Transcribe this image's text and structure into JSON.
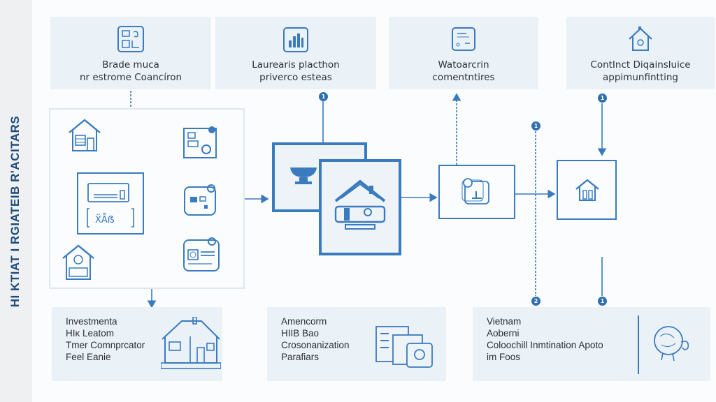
{
  "side_title": "HI KTIAT I RGIATEIB R'ACITARS",
  "colors": {
    "primary": "#3a7bbf",
    "card_bg": "#eaf1f7",
    "badge": "#2f6fb0",
    "title_text": "#1f4a7a",
    "strip_bg": "#eef0f2"
  },
  "top_cards": [
    {
      "icon": "dashboard-grid-icon",
      "line1": "Brade muca",
      "line2": "nr estrome Coancíron"
    },
    {
      "icon": "bar-chart-icon",
      "line1": "Laurearis placthon",
      "line2": "priverco esteas"
    },
    {
      "icon": "document-list-icon",
      "line1": "Watoarcrin",
      "line2": "comentntires"
    },
    {
      "icon": "house-icon",
      "line1": "ContInct Diqainsluice",
      "line2": "appimunfintting"
    }
  ],
  "left_panel": {
    "icons": [
      "house-icon",
      "blueprint-icon",
      "id-card-icon",
      "gadget-card-icon",
      "profile-card-icon",
      "house-icon"
    ]
  },
  "center": {
    "back_icon": "bowl-icon",
    "front_icon": "living-house-icon"
  },
  "right_nodes": [
    {
      "icon": "info-badge-icon"
    },
    {
      "icon": "house-icon"
    }
  ],
  "badges": [
    "1",
    "1",
    "1",
    "2",
    "1"
  ],
  "bottom_cards": [
    {
      "lines": [
        "Investmenta",
        "HIĸ Leatom",
        "Tmer Comnprcator",
        "Feel Eanie"
      ],
      "icon": "house-icon"
    },
    {
      "lines": [
        "Amencorm",
        "HIIB Bao",
        "Crosonanization",
        "Parafiars"
      ],
      "icon": "documents-icon"
    },
    {
      "lines": [
        "Vietnam",
        "Aoberni",
        "Coloochill Inmtination Apoto",
        "im Foos"
      ],
      "icon": "mascot-icon"
    }
  ]
}
